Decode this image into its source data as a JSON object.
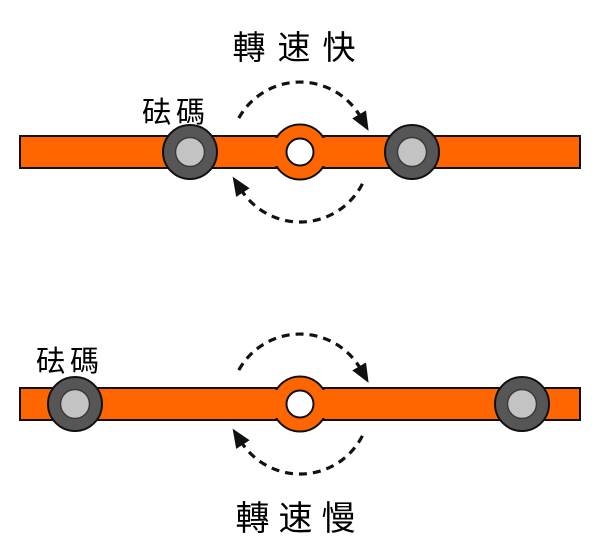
{
  "colors": {
    "bar_fill": "#FF6600",
    "outline": "#111111",
    "weight_ring": "#565656",
    "weight_core": "#C3C3C3",
    "axle_hole": "#FFFFFF",
    "arrow": "#111111",
    "label_text": "#000000",
    "background": "#FFFFFF"
  },
  "top_diagram": {
    "title": "轉速快",
    "weight_label": "砝碼"
  },
  "bottom_diagram": {
    "title": "轉速慢",
    "weight_label": "砝碼"
  }
}
